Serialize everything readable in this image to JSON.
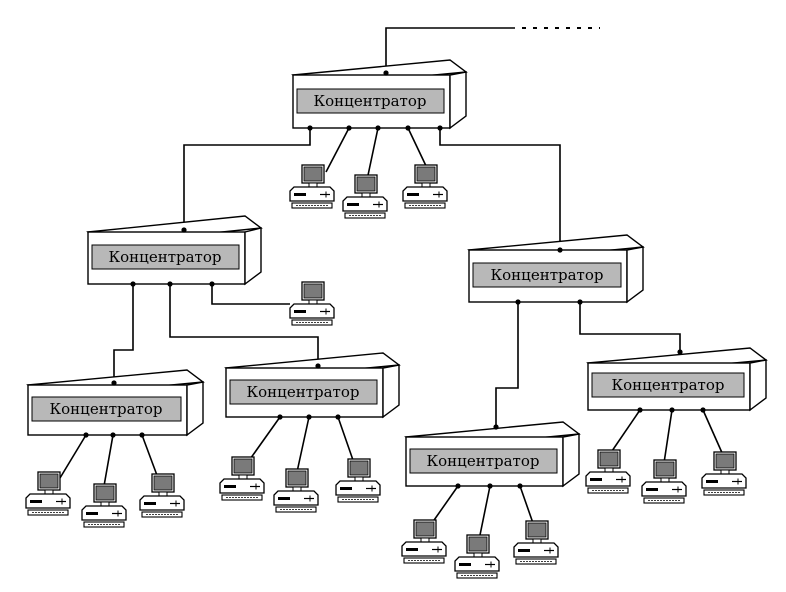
{
  "diagram": {
    "hub_label": "Концентратор",
    "hubs": [
      {
        "id": "root",
        "label": "Концентратор"
      },
      {
        "id": "left-mid",
        "label": "Концентратор"
      },
      {
        "id": "right-mid",
        "label": "Концентратор"
      },
      {
        "id": "left-left",
        "label": "Концентратор"
      },
      {
        "id": "left-right",
        "label": "Концентратор"
      },
      {
        "id": "right-left",
        "label": "Концентратор"
      },
      {
        "id": "right-right",
        "label": "Концентратор"
      }
    ],
    "workstations_per_hub": {
      "root": 3,
      "left-mid": 1,
      "right-mid": 0,
      "left-left": 3,
      "left-right": 3,
      "right-left": 3,
      "right-right": 3
    },
    "colors": {
      "line": "#000000",
      "label_fill": "#b8b8b8",
      "screen": "#7a7a7a"
    }
  }
}
